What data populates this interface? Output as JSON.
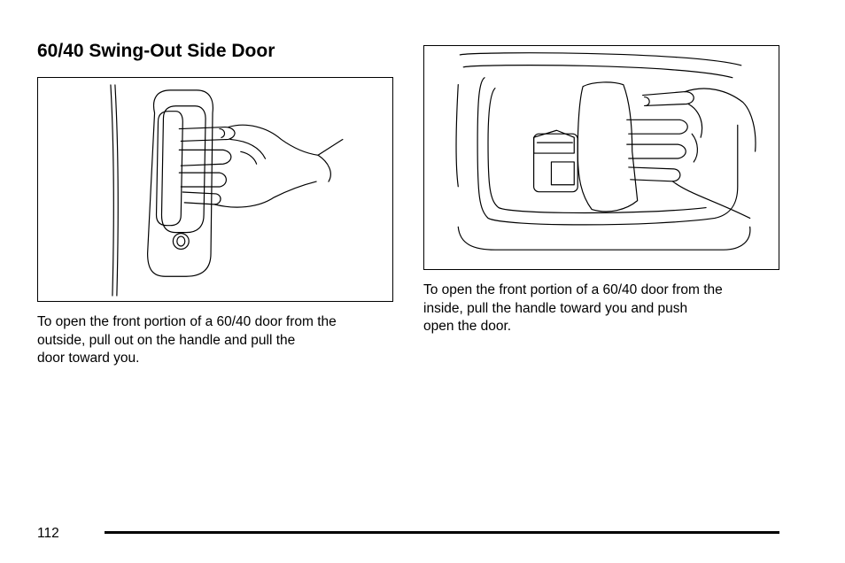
{
  "section": {
    "heading": "60/40 Swing-Out Side Door"
  },
  "figures": [
    {
      "caption_lines": [
        "To open the front portion of a 60/40 door from the",
        "outside, pull out on the handle and pull the",
        "door toward you."
      ]
    },
    {
      "caption_lines": [
        "To open the front portion of a 60/40 door from the",
        "inside, pull the handle toward you and push",
        "open the door."
      ]
    }
  ],
  "footer": {
    "page_number": "112"
  }
}
